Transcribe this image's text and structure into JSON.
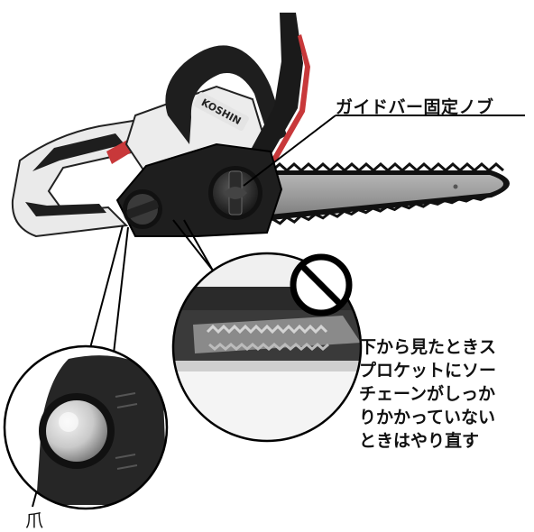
{
  "brand": "KOSHIN",
  "labels": {
    "guide_bar_knob": "ガイドバー固定ノブ",
    "claw": "爪"
  },
  "warning_note": {
    "symbol": "prohibition-icon",
    "lines": [
      "下から見たときス",
      "プロケットにソー",
      "チェーンがしっか",
      "りかかっていない",
      "ときはやり直す"
    ]
  },
  "colors": {
    "body_dark": "#1e1e1e",
    "body_light": "#e9e9e9",
    "accent_red": "#c8383a",
    "bar_gray": "#9a9a9a",
    "outline": "#000000"
  }
}
